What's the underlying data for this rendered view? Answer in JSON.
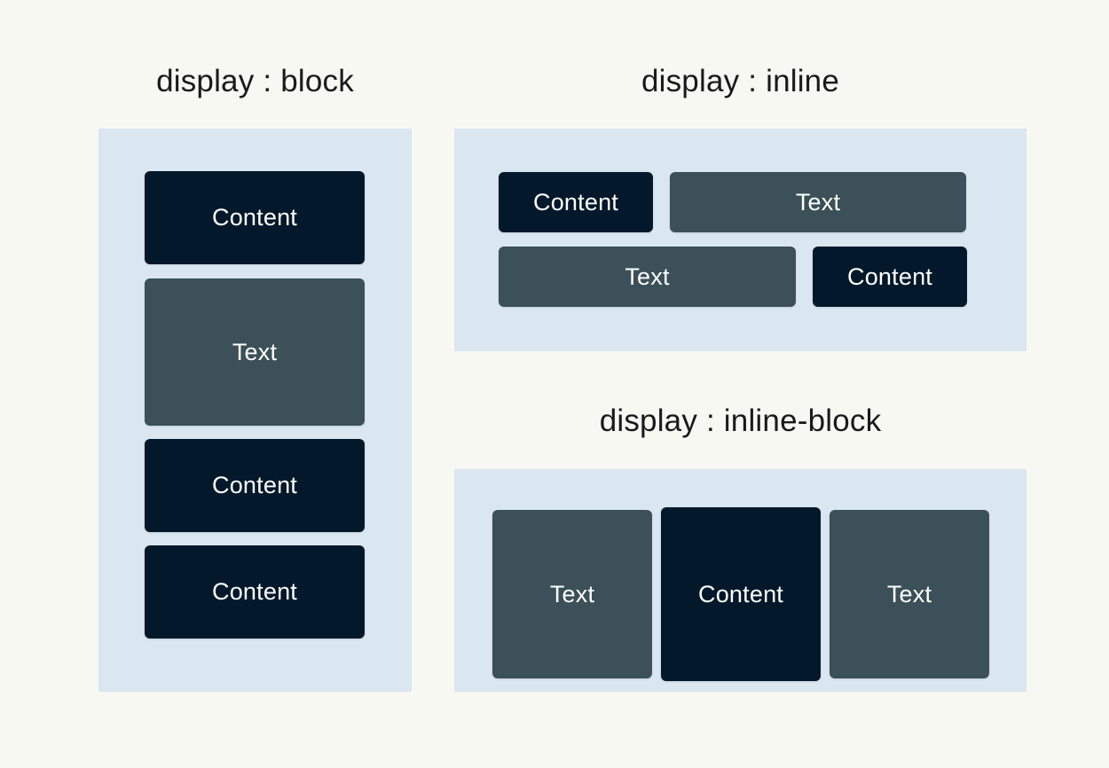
{
  "page": {
    "background_color": "#f8f8f3",
    "panel_color": "#dae6f0",
    "dark_box_color": "#03182a",
    "slate_box_color": "#3b5058",
    "label_text_color": "#ffffff",
    "title_text_color": "#1a1a1a"
  },
  "sections": {
    "block": {
      "title": "display : block",
      "boxes": [
        {
          "label": "Content",
          "variant": "dark"
        },
        {
          "label": "Text",
          "variant": "slate"
        },
        {
          "label": "Content",
          "variant": "dark"
        },
        {
          "label": "Content",
          "variant": "dark"
        }
      ]
    },
    "inline": {
      "title": "display : inline",
      "boxes": [
        {
          "label": "Content",
          "variant": "dark"
        },
        {
          "label": "Text",
          "variant": "slate"
        },
        {
          "label": "Text",
          "variant": "slate"
        },
        {
          "label": "Content",
          "variant": "dark"
        }
      ]
    },
    "inline_block": {
      "title": "display : inline-block",
      "boxes": [
        {
          "label": "Text",
          "variant": "slate"
        },
        {
          "label": "Content",
          "variant": "dark"
        },
        {
          "label": "Text",
          "variant": "slate"
        }
      ]
    }
  }
}
